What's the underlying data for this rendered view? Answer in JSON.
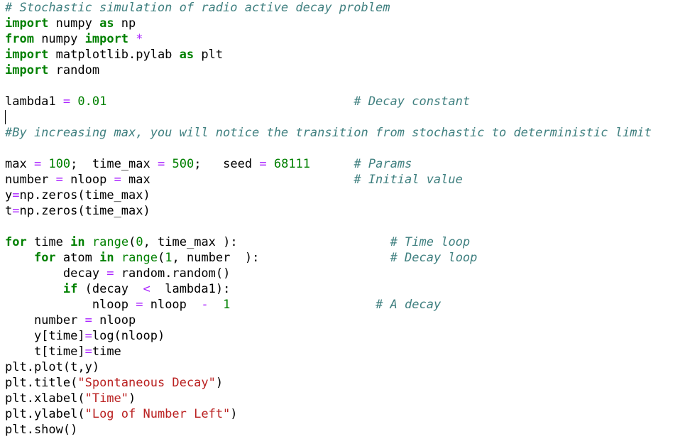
{
  "editor": {
    "lines": [
      [
        {
          "t": "c",
          "v": "# Stochastic simulation of radio active decay problem"
        }
      ],
      [
        {
          "t": "k",
          "v": "import"
        },
        {
          "t": "p",
          "v": " numpy "
        },
        {
          "t": "k",
          "v": "as"
        },
        {
          "t": "p",
          "v": " np"
        }
      ],
      [
        {
          "t": "k",
          "v": "from"
        },
        {
          "t": "p",
          "v": " numpy "
        },
        {
          "t": "k",
          "v": "import"
        },
        {
          "t": "p",
          "v": " "
        },
        {
          "t": "o",
          "v": "*"
        }
      ],
      [
        {
          "t": "k",
          "v": "import"
        },
        {
          "t": "p",
          "v": " matplotlib.pylab "
        },
        {
          "t": "k",
          "v": "as"
        },
        {
          "t": "p",
          "v": " plt"
        }
      ],
      [
        {
          "t": "k",
          "v": "import"
        },
        {
          "t": "p",
          "v": " random"
        }
      ],
      [],
      [
        {
          "t": "p",
          "v": "lambda1 "
        },
        {
          "t": "o",
          "v": "="
        },
        {
          "t": "p",
          "v": " "
        },
        {
          "t": "n",
          "v": "0.01"
        },
        {
          "t": "p",
          "v": "                                  "
        },
        {
          "t": "c",
          "v": "# Decay constant"
        }
      ],
      [
        {
          "t": "cursor",
          "v": ""
        }
      ],
      [
        {
          "t": "c",
          "v": "#By increasing max, you will notice the transition from stochastic to deterministic limit"
        }
      ],
      [],
      [
        {
          "t": "p",
          "v": "max "
        },
        {
          "t": "o",
          "v": "="
        },
        {
          "t": "p",
          "v": " "
        },
        {
          "t": "n",
          "v": "100"
        },
        {
          "t": "p",
          "v": ";  time_max "
        },
        {
          "t": "o",
          "v": "="
        },
        {
          "t": "p",
          "v": " "
        },
        {
          "t": "n",
          "v": "500"
        },
        {
          "t": "p",
          "v": ";   seed "
        },
        {
          "t": "o",
          "v": "="
        },
        {
          "t": "p",
          "v": " "
        },
        {
          "t": "n",
          "v": "68111"
        },
        {
          "t": "p",
          "v": "      "
        },
        {
          "t": "c",
          "v": "# Params"
        }
      ],
      [
        {
          "t": "p",
          "v": "number "
        },
        {
          "t": "o",
          "v": "="
        },
        {
          "t": "p",
          "v": " nloop "
        },
        {
          "t": "o",
          "v": "="
        },
        {
          "t": "p",
          "v": " max"
        },
        {
          "t": "p",
          "v": "                            "
        },
        {
          "t": "c",
          "v": "# Initial value"
        }
      ],
      [
        {
          "t": "p",
          "v": "y"
        },
        {
          "t": "o",
          "v": "="
        },
        {
          "t": "p",
          "v": "np.zeros(time_max)"
        }
      ],
      [
        {
          "t": "p",
          "v": "t"
        },
        {
          "t": "o",
          "v": "="
        },
        {
          "t": "p",
          "v": "np.zeros(time_max)"
        }
      ],
      [],
      [
        {
          "t": "k",
          "v": "for"
        },
        {
          "t": "p",
          "v": " time "
        },
        {
          "t": "k",
          "v": "in"
        },
        {
          "t": "p",
          "v": " "
        },
        {
          "t": "b",
          "v": "range"
        },
        {
          "t": "p",
          "v": "("
        },
        {
          "t": "n",
          "v": "0"
        },
        {
          "t": "p",
          "v": ", time_max ):"
        },
        {
          "t": "p",
          "v": "                     "
        },
        {
          "t": "c",
          "v": "# Time loop"
        }
      ],
      [
        {
          "t": "p",
          "v": "    "
        },
        {
          "t": "k",
          "v": "for"
        },
        {
          "t": "p",
          "v": " atom "
        },
        {
          "t": "k",
          "v": "in"
        },
        {
          "t": "p",
          "v": " "
        },
        {
          "t": "b",
          "v": "range"
        },
        {
          "t": "p",
          "v": "("
        },
        {
          "t": "n",
          "v": "1"
        },
        {
          "t": "p",
          "v": ", number  ):"
        },
        {
          "t": "p",
          "v": "                  "
        },
        {
          "t": "c",
          "v": "# Decay loop"
        }
      ],
      [
        {
          "t": "p",
          "v": "        decay "
        },
        {
          "t": "o",
          "v": "="
        },
        {
          "t": "p",
          "v": " random.random()"
        }
      ],
      [
        {
          "t": "p",
          "v": "        "
        },
        {
          "t": "k",
          "v": "if"
        },
        {
          "t": "p",
          "v": " (decay  "
        },
        {
          "t": "o",
          "v": "<"
        },
        {
          "t": "p",
          "v": "  lambda1):"
        }
      ],
      [
        {
          "t": "p",
          "v": "            nloop "
        },
        {
          "t": "o",
          "v": "="
        },
        {
          "t": "p",
          "v": " nloop  "
        },
        {
          "t": "o",
          "v": "-"
        },
        {
          "t": "p",
          "v": "  "
        },
        {
          "t": "n",
          "v": "1"
        },
        {
          "t": "p",
          "v": "                    "
        },
        {
          "t": "c",
          "v": "# A decay"
        }
      ],
      [
        {
          "t": "p",
          "v": "    number "
        },
        {
          "t": "o",
          "v": "="
        },
        {
          "t": "p",
          "v": " nloop"
        }
      ],
      [
        {
          "t": "p",
          "v": "    y[time]"
        },
        {
          "t": "o",
          "v": "="
        },
        {
          "t": "p",
          "v": "log(nloop)"
        }
      ],
      [
        {
          "t": "p",
          "v": "    t[time]"
        },
        {
          "t": "o",
          "v": "="
        },
        {
          "t": "p",
          "v": "time"
        }
      ],
      [
        {
          "t": "p",
          "v": "plt.plot(t,y)"
        }
      ],
      [
        {
          "t": "p",
          "v": "plt.title("
        },
        {
          "t": "s",
          "v": "\"Spontaneous Decay\""
        },
        {
          "t": "p",
          "v": ")"
        }
      ],
      [
        {
          "t": "p",
          "v": "plt.xlabel("
        },
        {
          "t": "s",
          "v": "\"Time\""
        },
        {
          "t": "p",
          "v": ")"
        }
      ],
      [
        {
          "t": "p",
          "v": "plt.ylabel("
        },
        {
          "t": "s",
          "v": "\"Log of Number Left\""
        },
        {
          "t": "p",
          "v": ")"
        }
      ],
      [
        {
          "t": "p",
          "v": "plt.show()"
        }
      ]
    ]
  }
}
